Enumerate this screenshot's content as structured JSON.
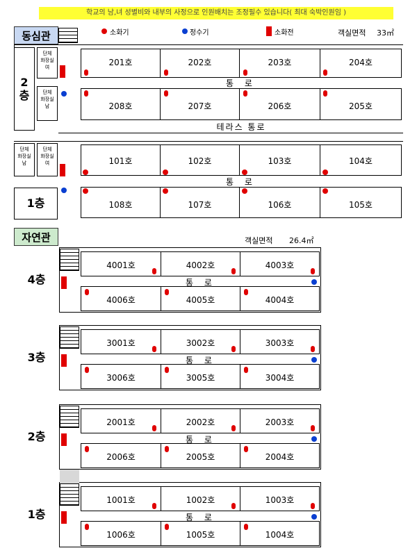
{
  "notice": "학교의 남,녀 성별비와 내부의 사정으로 인원배치는 조정필수 있습니다( 최대 숙박인원임 )",
  "legend": {
    "extinguisher": "소화기",
    "water": "정수기",
    "hydrant": "소화전"
  },
  "colors": {
    "extinguisher": "#e00000",
    "water": "#0a3fd1",
    "hydrant": "#e00000",
    "notice_bg": "#ffff33",
    "east_tag_bg": "#c8d8f2",
    "west_tag_bg": "#cdeacd"
  },
  "east": {
    "name": "동심관",
    "area_label": "객실면적",
    "area_value": "33㎡",
    "floor2": {
      "label": "2\n층",
      "top_rooms": [
        "201호",
        "202호",
        "203호",
        "204호"
      ],
      "bottom_rooms": [
        "208호",
        "207호",
        "206호",
        "205호"
      ],
      "corridor": "통 로",
      "terrace": "테라스 통로",
      "rest1": "단체\n화장실\n여",
      "rest2": "단체\n화장실\n남"
    },
    "floor1": {
      "label": "1층",
      "top_rooms": [
        "101호",
        "102호",
        "103호",
        "104호"
      ],
      "bottom_rooms": [
        "108호",
        "107호",
        "106호",
        "105호"
      ],
      "corridor": "통 로",
      "rest1": "단체\n화장실\n남",
      "rest2": "단체\n화장실\n여"
    }
  },
  "west": {
    "name": "자연관",
    "area_label": "객실면적",
    "area_value": "26.4㎡",
    "floors": [
      {
        "label": "4층",
        "top_rooms": [
          "4001호",
          "4002호",
          "4003호"
        ],
        "bottom_rooms": [
          "4006호",
          "4005호",
          "4004호"
        ],
        "corridor": "통 로"
      },
      {
        "label": "3층",
        "top_rooms": [
          "3001호",
          "3002호",
          "3003호"
        ],
        "bottom_rooms": [
          "3006호",
          "3005호",
          "3004호"
        ],
        "corridor": "통 로"
      },
      {
        "label": "2층",
        "top_rooms": [
          "2001호",
          "2002호",
          "2003호"
        ],
        "bottom_rooms": [
          "2006호",
          "2005호",
          "2004호"
        ],
        "corridor": "통 로"
      },
      {
        "label": "1층",
        "top_rooms": [
          "1001호",
          "1002호",
          "1003호"
        ],
        "bottom_rooms": [
          "1006호",
          "1005호",
          "1004호"
        ],
        "corridor": "통 로"
      }
    ]
  }
}
